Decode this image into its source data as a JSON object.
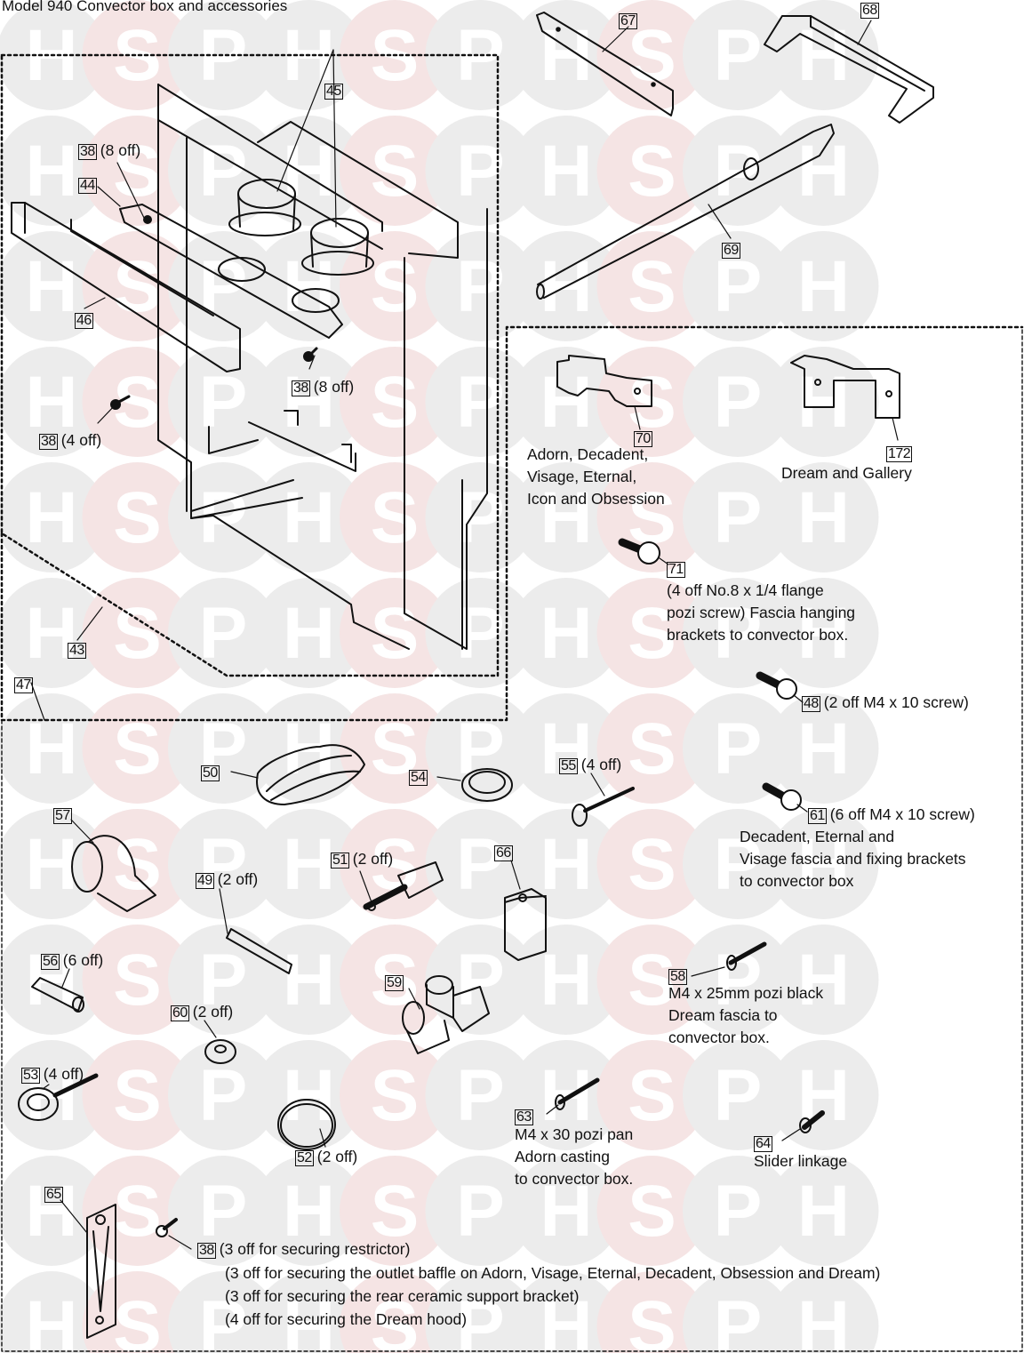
{
  "title": "Model 940 Convector box and accessories",
  "watermark": {
    "letters": [
      "H",
      "S",
      "P"
    ],
    "colors": {
      "H": "#ececec",
      "S": "#f5e4e4",
      "P": "#ececec"
    }
  },
  "parts": [
    {
      "id": "p45",
      "num": "45",
      "qty": ""
    },
    {
      "id": "p38a",
      "num": "38",
      "qty": "(8 off)"
    },
    {
      "id": "p44",
      "num": "44",
      "qty": ""
    },
    {
      "id": "p46",
      "num": "46",
      "qty": ""
    },
    {
      "id": "p38b",
      "num": "38",
      "qty": "(8 off)"
    },
    {
      "id": "p38c",
      "num": "38",
      "qty": "(4 off)"
    },
    {
      "id": "p43",
      "num": "43",
      "qty": ""
    },
    {
      "id": "p47",
      "num": "47",
      "qty": ""
    },
    {
      "id": "p67",
      "num": "67",
      "qty": ""
    },
    {
      "id": "p68",
      "num": "68",
      "qty": ""
    },
    {
      "id": "p69",
      "num": "69",
      "qty": ""
    },
    {
      "id": "p70",
      "num": "70",
      "qty": ""
    },
    {
      "id": "p172",
      "num": "172",
      "qty": ""
    },
    {
      "id": "p71",
      "num": "71",
      "qty": ""
    },
    {
      "id": "p48",
      "num": "48",
      "qty": "(2 off M4 x 10 screw)"
    },
    {
      "id": "p50",
      "num": "50",
      "qty": ""
    },
    {
      "id": "p54",
      "num": "54",
      "qty": ""
    },
    {
      "id": "p55",
      "num": "55",
      "qty": "(4 off)"
    },
    {
      "id": "p61",
      "num": "61",
      "qty": "(6 off M4 x 10 screw)"
    },
    {
      "id": "p57",
      "num": "57",
      "qty": ""
    },
    {
      "id": "p51",
      "num": "51",
      "qty": "(2 off)"
    },
    {
      "id": "p49",
      "num": "49",
      "qty": "(2 off)"
    },
    {
      "id": "p66",
      "num": "66",
      "qty": ""
    },
    {
      "id": "p56",
      "num": "56",
      "qty": "(6 off)"
    },
    {
      "id": "p59",
      "num": "59",
      "qty": ""
    },
    {
      "id": "p58",
      "num": "58",
      "qty": ""
    },
    {
      "id": "p60",
      "num": "60",
      "qty": "(2 off)"
    },
    {
      "id": "p53",
      "num": "53",
      "qty": "(4 off)"
    },
    {
      "id": "p63",
      "num": "63",
      "qty": ""
    },
    {
      "id": "p64",
      "num": "64",
      "qty": ""
    },
    {
      "id": "p52",
      "num": "52",
      "qty": "(2 off)"
    },
    {
      "id": "p65",
      "num": "65",
      "qty": ""
    },
    {
      "id": "p38d",
      "num": "38",
      "qty": "(3 off for securing restrictor)"
    }
  ],
  "descriptions": {
    "p70": [
      "Adorn, Decadent,",
      "Visage, Eternal,",
      "Icon and Obsession"
    ],
    "p172": [
      "Dream and Gallery"
    ],
    "p71": [
      "(4 off No.8 x 1/4 flange",
      "pozi screw) Fascia hanging",
      "brackets to convector box."
    ],
    "p61": [
      "Decadent, Eternal and",
      "Visage fascia and fixing brackets",
      "to convector box"
    ],
    "p58": [
      "M4 x 25mm pozi black",
      "Dream fascia to",
      "convector box."
    ],
    "p63": [
      "M4 x 30 pozi pan",
      "Adorn casting",
      "to convector box."
    ],
    "p64": [
      "Slider linkage"
    ],
    "p38d": [
      "(3 off for securing the outlet baffle on Adorn, Visage, Eternal, Decadent, Obsession and Dream)",
      "(3 off for securing the rear ceramic support bracket)",
      "(4 off for securing the Dream hood)"
    ]
  }
}
